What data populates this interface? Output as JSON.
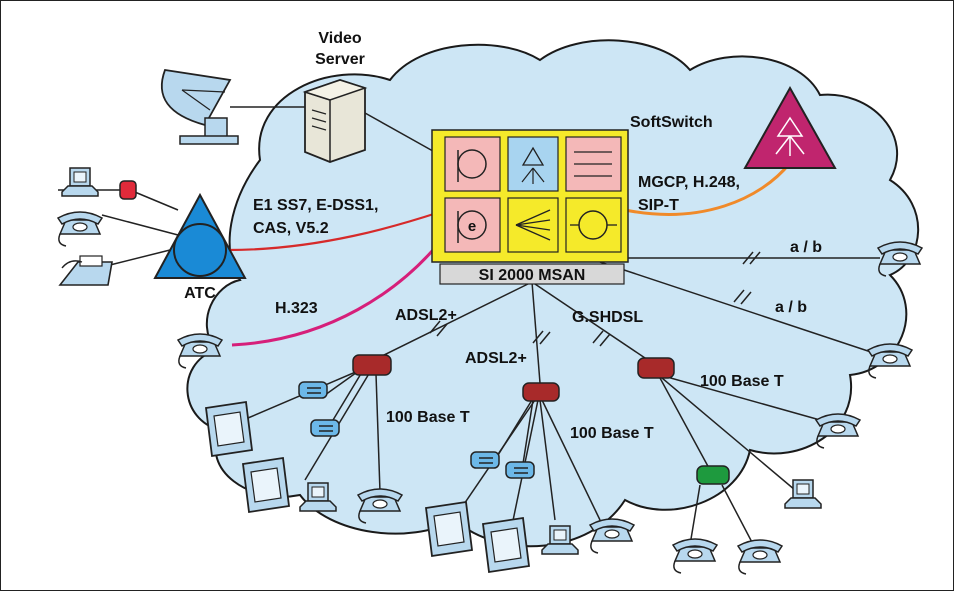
{
  "labels": {
    "video_server_line1": "Video",
    "video_server_line2": "Server",
    "softswitch": "SoftSwitch",
    "e1_line1": "E1 SS7, E-DSS1,",
    "e1_line2": "CAS, V5.2",
    "mgcp_line1": "MGCP, H.248,",
    "mgcp_line2": "SIP-T",
    "atc": "ATC",
    "h323": "H.323",
    "msan": "SI 2000 MSAN",
    "ab_1": "a / b",
    "ab_2": "a / b",
    "adsl_1": "ADSL2+",
    "adsl_2": "ADSL2+",
    "gshdsl": "G.SHDSL",
    "base_t_1": "100 Base T",
    "base_t_2": "100 Base T",
    "base_t_3": "100 Base T"
  },
  "colors": {
    "cloud_fill": "#cde6f5",
    "cloud_stroke": "#1a1a1a",
    "msan_panel": "#f5ea2a",
    "msan_pink": "#f4b8b8",
    "msan_blue": "#a8d4f0",
    "e1_link": "#d62a2a",
    "h323_link": "#d61f7a",
    "mgcp_link": "#f08a2a",
    "atc_fill": "#1a8ad6",
    "softswitch_fill": "#c0256e",
    "modem_red": "#a82a2a",
    "modem_green": "#1e9a3e",
    "device_blue": "#b8d8ee"
  }
}
